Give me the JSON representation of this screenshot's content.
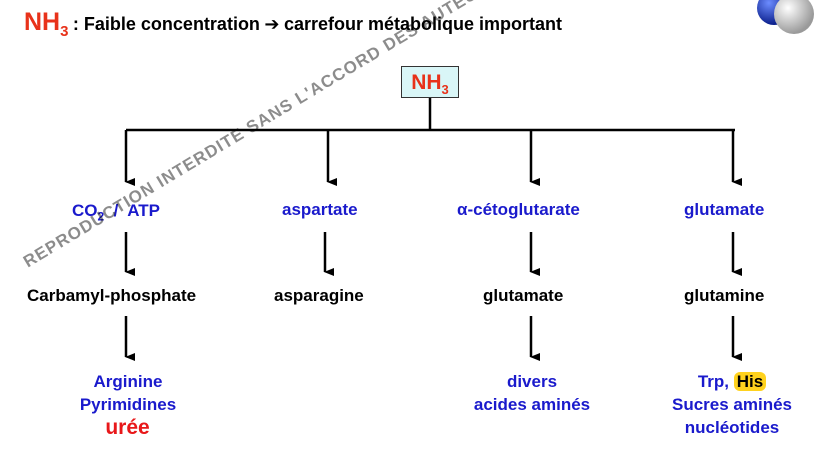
{
  "title": {
    "nh3": "NH",
    "nh3_sub": "3",
    "arrow": "➔",
    "text_before": ": Faible concentration",
    "text_after": "carrefour métabolique important"
  },
  "root": {
    "label": "NH",
    "sub": "3"
  },
  "columns": [
    {
      "level1": {
        "co2": "CO",
        "co2_sub": "2",
        "sep": "/",
        "atp": "ATP"
      },
      "level2": "Carbamyl-phosphate",
      "level3": [
        "Arginine",
        "Pyrimidines"
      ],
      "level3_red": "urée"
    },
    {
      "level1": "aspartate",
      "level2": "asparagine"
    },
    {
      "level1": "α-cétoglutarate",
      "level2": "glutamate",
      "level3": [
        "divers",
        "acides aminés"
      ]
    },
    {
      "level1": "glutamate",
      "level2": "glutamine",
      "level3_first": "Trp,",
      "level3_highlight": "His",
      "level3": [
        "Sucres aminés",
        "nucléotides"
      ]
    }
  ],
  "watermark": "REPRODUCTION INTERDITE SANS L'ACCORD DES AUTEURS – FACULTE DE MEDECINE",
  "colors": {
    "red": "#e8321a",
    "blue": "#1a1acc",
    "box": "#d9f6f7",
    "highlight": "#ffd21e"
  }
}
